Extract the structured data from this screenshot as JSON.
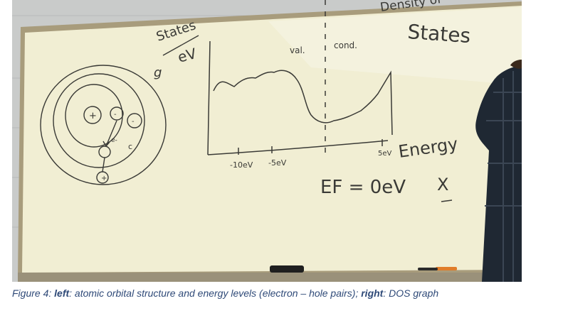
{
  "board": {
    "title_partial": "Density of",
    "title_states": "States",
    "y_unit_top": "States",
    "y_unit_bottom": "eV",
    "y_symbol": "g",
    "region_valence": "val.",
    "region_conduction": "cond.",
    "tick_left": "-10eV",
    "tick_mid": "-5eV",
    "tick_right": "5eV",
    "x_axis_label": "Energy",
    "fermi_label": "EF = 0eV",
    "extra_mark": "X",
    "atom_nucleus": "+",
    "electron_label": "e-",
    "hole_label": "c",
    "charge_plus": "+",
    "charge_minus": "-"
  },
  "caption": {
    "prefix": "Figure 4: ",
    "left_word": "left",
    "left_text": ": atomic orbital structure and energy levels (electron – hole pairs); ",
    "right_word": "right",
    "right_text": ": DOS graph"
  },
  "colors": {
    "wall": "#c9cbca",
    "board": "#f1eed3",
    "frame": "#a89c7c",
    "marker": "#3a3a36",
    "jacket": "#1f2833",
    "caption": "#2f4a78"
  }
}
